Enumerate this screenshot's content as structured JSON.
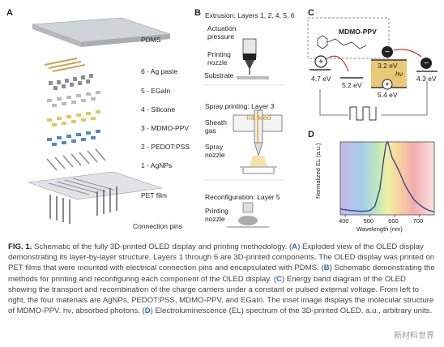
{
  "panels": {
    "a": "A",
    "b": "B",
    "c": "C",
    "d": "D"
  },
  "panel_a": {
    "layers": [
      "PDMS",
      "6 - Ag paste",
      "5 - EGaIn",
      "4 - Silicone",
      "3 - MDMO-PPV",
      "2 - PEDOT:PSS",
      "1 - AgNPs",
      "PET film",
      "Connection pins"
    ]
  },
  "panel_b": {
    "extrusion_title": "Extrusion: Layers 1, 2, 4, 5, 6",
    "actuation": "Actuation",
    "pressure": "pressure",
    "printing": "Printing",
    "nozzle": "nozzle",
    "substrate": "Substrate",
    "spray_title": "Spray printing: Layer 3",
    "sheath": "Sheath",
    "gas": "gas",
    "ink_feed": "Ink feed",
    "spray": "Spray",
    "spray_nozzle": "nozzle",
    "reconfig_title": "Reconfiguration: Layer 5",
    "reconfig_printing": "Printing",
    "reconfig_nozzle": "nozzle"
  },
  "panel_c": {
    "molecule": "MDMO-PPV",
    "e1": "4.7 eV",
    "e2": "5.2 eV",
    "e3": "3.2 eV",
    "e4": "5.4 eV",
    "e5": "4.3 eV",
    "hv": "hν"
  },
  "panel_d": {
    "chart_data": {
      "type": "line",
      "xlabel": "Wavelength (nm)",
      "ylabel": "Normalized EL (a.u.)",
      "xticks": [
        400,
        500,
        600,
        700
      ],
      "xlim": [
        380,
        760
      ],
      "ylim": [
        0,
        1
      ],
      "x": [
        380,
        420,
        460,
        480,
        500,
        520,
        540,
        555,
        565,
        572,
        580,
        590,
        600,
        620,
        640,
        660,
        680,
        700,
        720,
        740,
        760
      ],
      "y": [
        0.08,
        0.06,
        0.05,
        0.05,
        0.06,
        0.12,
        0.35,
        0.75,
        0.97,
        1.0,
        0.9,
        0.78,
        0.72,
        0.58,
        0.42,
        0.3,
        0.2,
        0.14,
        0.09,
        0.06,
        0.04
      ]
    }
  },
  "caption": {
    "fig": "FIG. 1.",
    "text_1": " Schematic of the fully 3D-printed OLED display and printing methodology. (",
    "A": "A",
    "text_2": ") Exploded view of the OLED display demonstrating its layer-by-layer structure. Layers 1 through 6 are 3D-printed components. The OLED display was printed on PET films that were mounted with electrical connection pins and encapsulated with PDMS. (",
    "B": "B",
    "text_3": ") Schematic demonstrating the methods for printing and reconfiguring each component of the OLED display. (",
    "C": "C",
    "text_4": ") Energy band diagram of the OLED showing the transport and recombination of the charge carriers under a constant or pulsed external voltage. From left to right, the four materials are AgNPs, PEDOT:PSS, MDMO-PPV, and EGaIn. The inset image displays the molecular structure of MDMO-PPV. hν, absorbed photons. (",
    "D": "D",
    "text_5": ") Electroluminescence (EL) spectrum of the 3D-printed OLED. a.u., arbitrary units."
  },
  "watermark": "新材料世界"
}
